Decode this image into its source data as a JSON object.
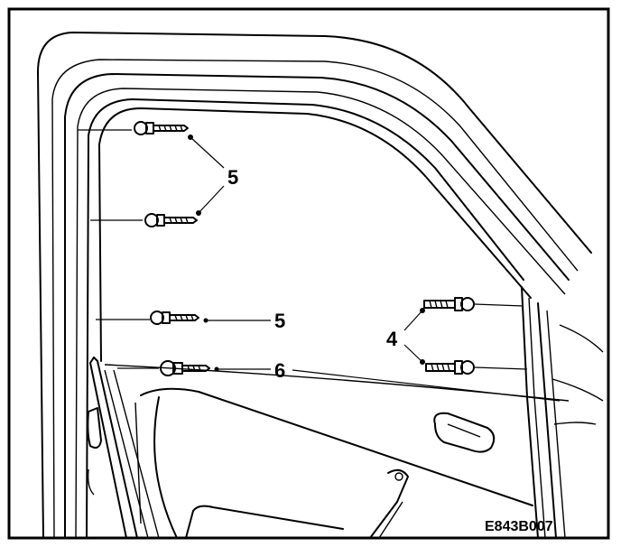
{
  "callouts": {
    "top_5": "5",
    "mid_5": "5",
    "six": "6",
    "four": "4"
  },
  "figure_id": "E843B007"
}
